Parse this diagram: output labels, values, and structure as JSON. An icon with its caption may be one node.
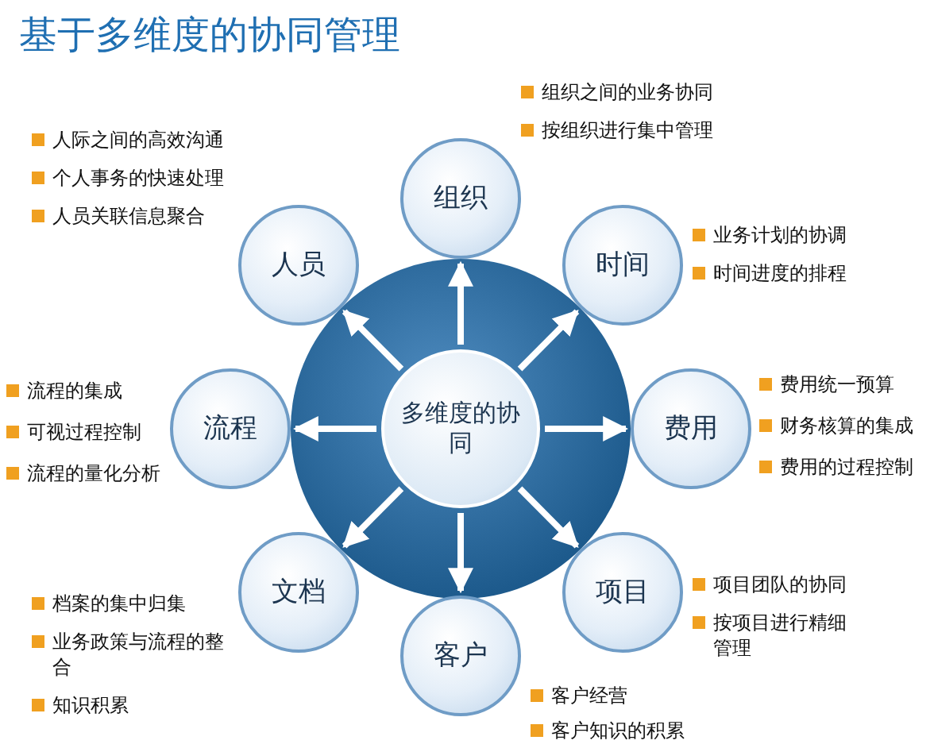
{
  "diagram": {
    "title": "基于多维度的协同管理",
    "nodes": [
      {
        "text": [
          "多维度的协同"
        ]
      },
      {
        "text": [
          "组织"
        ],
        "beside": [
          "组织之间的业务协同",
          "按组织进行集中管理"
        ]
      },
      {
        "text": [
          "时间"
        ],
        "beside": [
          "业务计划的协调",
          "时间进度的排程"
        ]
      },
      {
        "text": [
          "费用"
        ],
        "beside": [
          "费用统一预算",
          "财务核算的集成",
          "费用的过程控制"
        ]
      },
      {
        "text": [
          "项目"
        ],
        "beside": [
          "项目团队的协同",
          "按项目进行精细管理"
        ]
      },
      {
        "text": [
          "客户"
        ],
        "beside": [
          "客户经营",
          "客户知识的积累"
        ]
      },
      {
        "text": [
          "文档"
        ],
        "beside": [
          "档案的集中归集",
          "业务政策与流程的整合",
          "知识积累"
        ]
      },
      {
        "text": [
          "流程"
        ],
        "beside": [
          "流程的集成",
          "可视过程控制",
          "流程的量化分析"
        ]
      },
      {
        "text": [
          "人员"
        ],
        "beside": [
          "人际之间的高效沟通",
          "个人事务的快速处理",
          "人员关联信息聚合"
        ]
      }
    ],
    "edges": [
      {
        "from": 0,
        "to": 1,
        "arrow": "to"
      },
      {
        "from": 0,
        "to": 2,
        "arrow": "to"
      },
      {
        "from": 0,
        "to": 3,
        "arrow": "to"
      },
      {
        "from": 0,
        "to": 4,
        "arrow": "to"
      },
      {
        "from": 0,
        "to": 5,
        "arrow": "to"
      },
      {
        "from": 0,
        "to": 6,
        "arrow": "to"
      },
      {
        "from": 0,
        "to": 7,
        "arrow": "to"
      },
      {
        "from": 0,
        "to": 8,
        "arrow": "to"
      }
    ]
  }
}
